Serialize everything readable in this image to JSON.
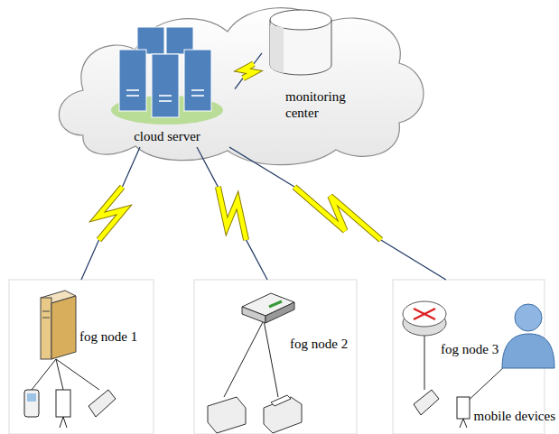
{
  "diagram": {
    "nodes": [
      {
        "text": [
          "cloud server"
        ]
      },
      {
        "text": [
          "monitoring center"
        ]
      },
      {
        "text": [
          "fog node 1"
        ]
      },
      {
        "text": [
          "fog node 2"
        ]
      },
      {
        "text": [
          "fog node 3"
        ]
      }
    ],
    "edges": [
      {
        "from": 0,
        "to": 1,
        "arrow": "none"
      },
      {
        "from": 0,
        "to": 2,
        "arrow": "none"
      },
      {
        "from": 0,
        "to": 3,
        "arrow": "none"
      },
      {
        "from": 0,
        "to": 4,
        "arrow": "none"
      }
    ],
    "labels": [
      "mobile devices"
    ]
  }
}
